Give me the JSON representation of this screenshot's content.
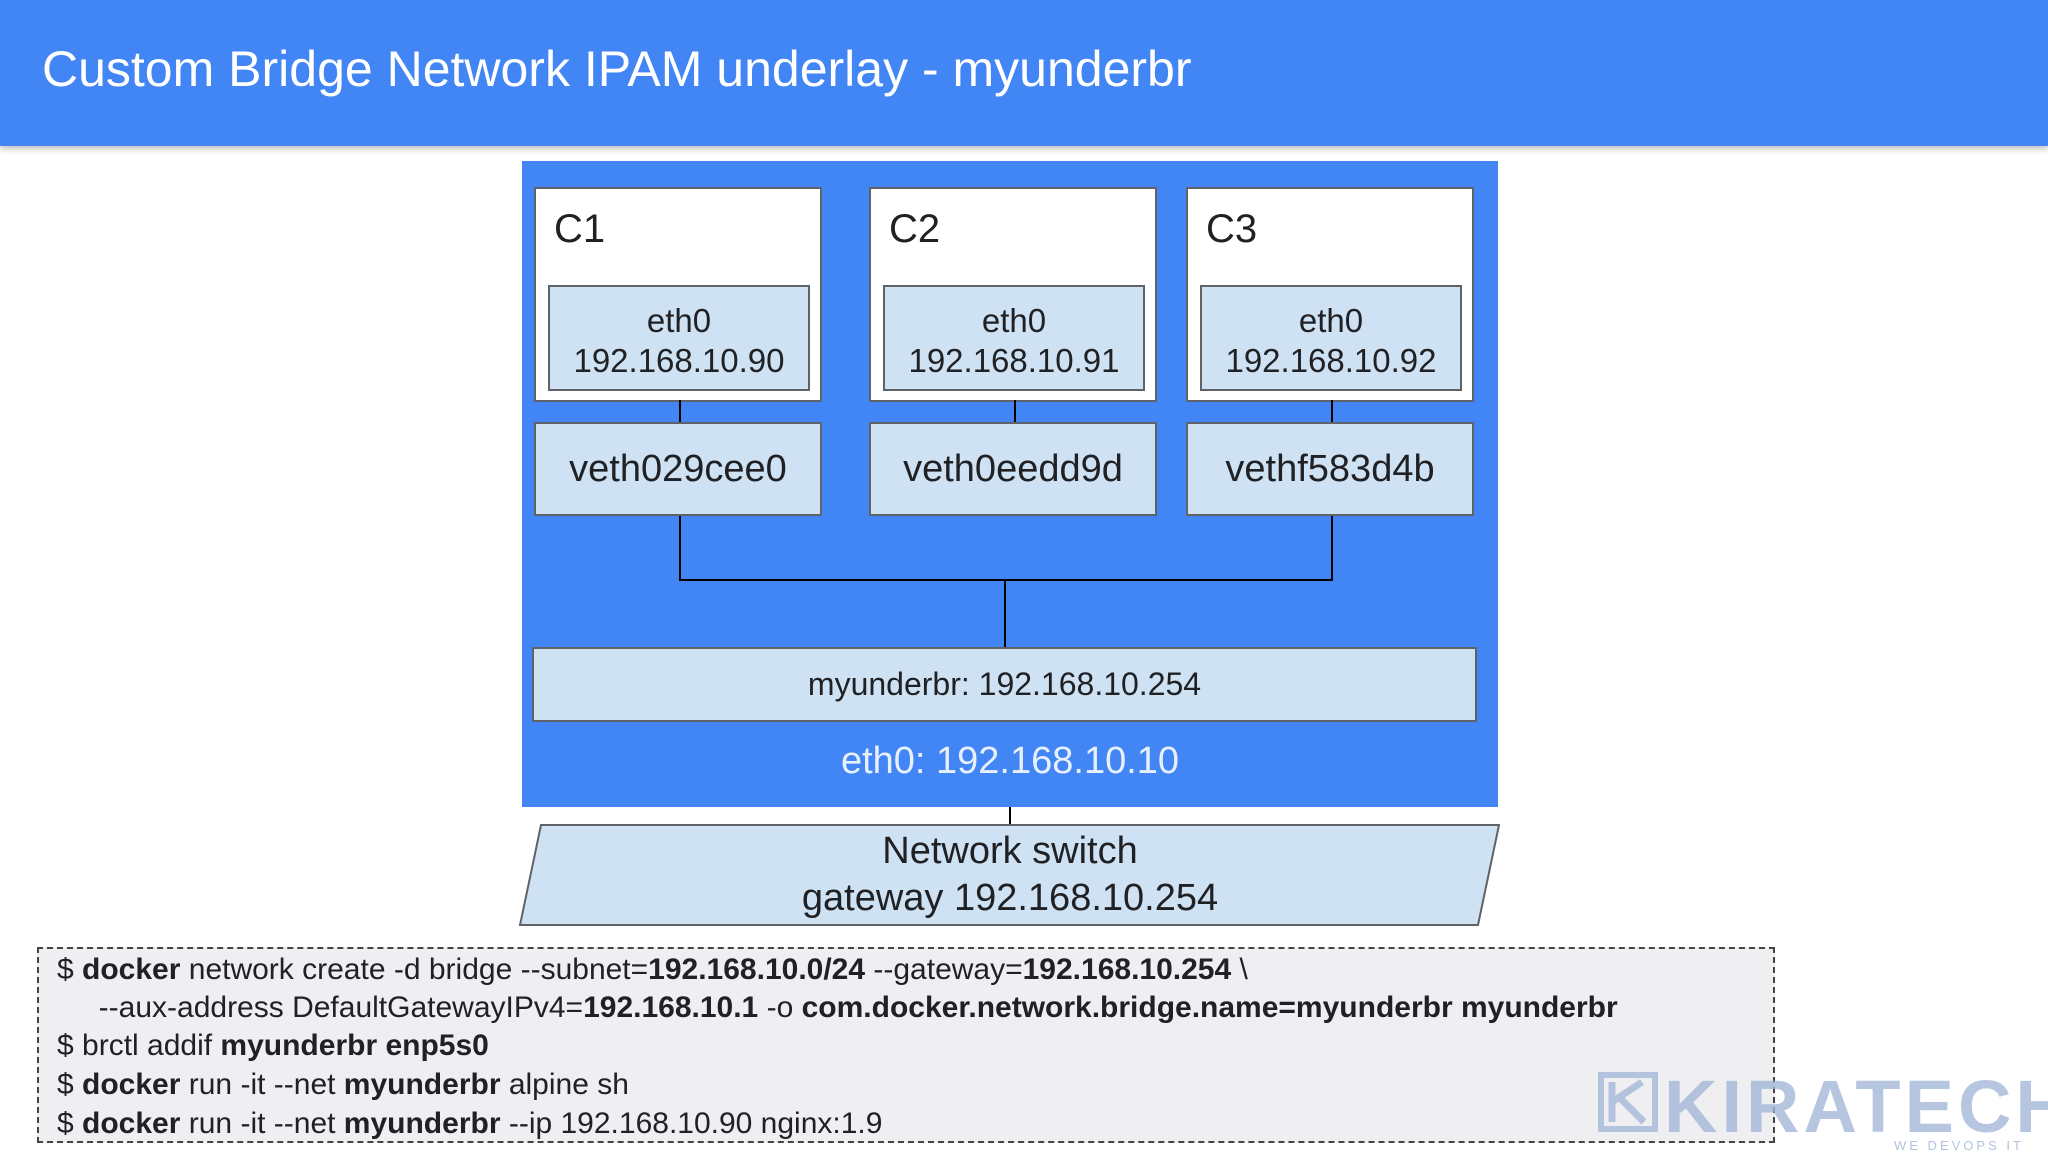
{
  "title": "Custom Bridge Network IPAM underlay - myunderbr",
  "colors": {
    "header_blue": "#4285f4",
    "box_fill": "#cfe2f3",
    "host_fill": "#4285f4",
    "command_fill": "#efeff1"
  },
  "containers": [
    {
      "label": "C1",
      "iface_name": "eth0",
      "iface_ip": "192.168.10.90",
      "veth": "veth029cee0"
    },
    {
      "label": "C2",
      "iface_name": "eth0",
      "iface_ip": "192.168.10.91",
      "veth": "veth0eedd9d"
    },
    {
      "label": "C3",
      "iface_name": "eth0",
      "iface_ip": "192.168.10.92",
      "veth": "vethf583d4b"
    }
  ],
  "bridge_label": "myunderbr: 192.168.10.254",
  "host_eth0_label": "eth0: 192.168.10.10",
  "switch": {
    "line1": "Network switch",
    "line2": "gateway 192.168.10.254"
  },
  "commands": [
    [
      {
        "t": "$ ",
        "b": false
      },
      {
        "t": "docker",
        "b": true
      },
      {
        "t": " network create -d bridge --subnet=",
        "b": false
      },
      {
        "t": "192.168.10.0/24",
        "b": true
      },
      {
        "t": " --gateway=",
        "b": false
      },
      {
        "t": "192.168.10.254",
        "b": true
      },
      {
        "t": " \\",
        "b": false
      }
    ],
    [
      {
        "t": "     --aux-address DefaultGatewayIPv4=",
        "b": false
      },
      {
        "t": "192.168.10.1",
        "b": true
      },
      {
        "t": " -o ",
        "b": false
      },
      {
        "t": "com.docker.network.bridge.name=myunderbr myunderbr",
        "b": true
      }
    ],
    [
      {
        "t": "$ brctl addif ",
        "b": false
      },
      {
        "t": "myunderbr enp5s0",
        "b": true
      }
    ],
    [
      {
        "t": "$ ",
        "b": false
      },
      {
        "t": "docker",
        "b": true
      },
      {
        "t": " run -it --net ",
        "b": false
      },
      {
        "t": "myunderbr",
        "b": true
      },
      {
        "t": " alpine sh",
        "b": false
      }
    ],
    [
      {
        "t": "$ ",
        "b": false
      },
      {
        "t": "docker",
        "b": true
      },
      {
        "t": " run -it --net ",
        "b": false
      },
      {
        "t": "myunderbr",
        "b": true
      },
      {
        "t": " --ip 192.168.10.90 nginx:1.9",
        "b": false
      }
    ]
  ],
  "logo": {
    "name": "kiratech-logo",
    "word": "KIRATECH",
    "tagline": "WE DEVOPS IT"
  }
}
